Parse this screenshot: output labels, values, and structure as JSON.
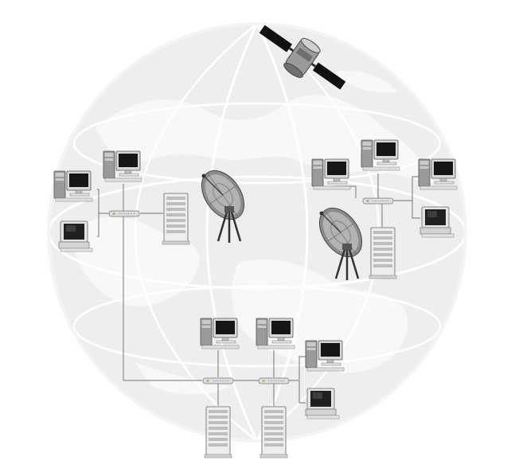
{
  "diagram": {
    "description_visible_text": "",
    "icons": {
      "satellite": "satellite-icon",
      "dish": "satellite-dish-icon",
      "workstation": "desktop-tower-computer-icon",
      "computer": "desktop-computer-icon",
      "server": "server-tower-icon",
      "hub": "network-hub-icon",
      "globe": "globe-background-icon"
    },
    "colors": {
      "globe": "#eeeeee",
      "land": "#f9f9f9",
      "lines": "#8a8a8a",
      "monitor_screen": "#1a1a1a",
      "device_body": "#d6d6d6",
      "satellite_panel": "#111111"
    },
    "sites": [
      {
        "name": "left-site",
        "workstations": 2,
        "computers": 1,
        "servers": 1,
        "dishes": 1,
        "hubs": 1
      },
      {
        "name": "right-site",
        "workstations": 3,
        "computers": 1,
        "servers": 1,
        "dishes": 1,
        "hubs": 1
      },
      {
        "name": "bottom-site",
        "workstations": 3,
        "computers": 1,
        "servers": 2,
        "dishes": 0,
        "hubs": 2
      }
    ]
  }
}
